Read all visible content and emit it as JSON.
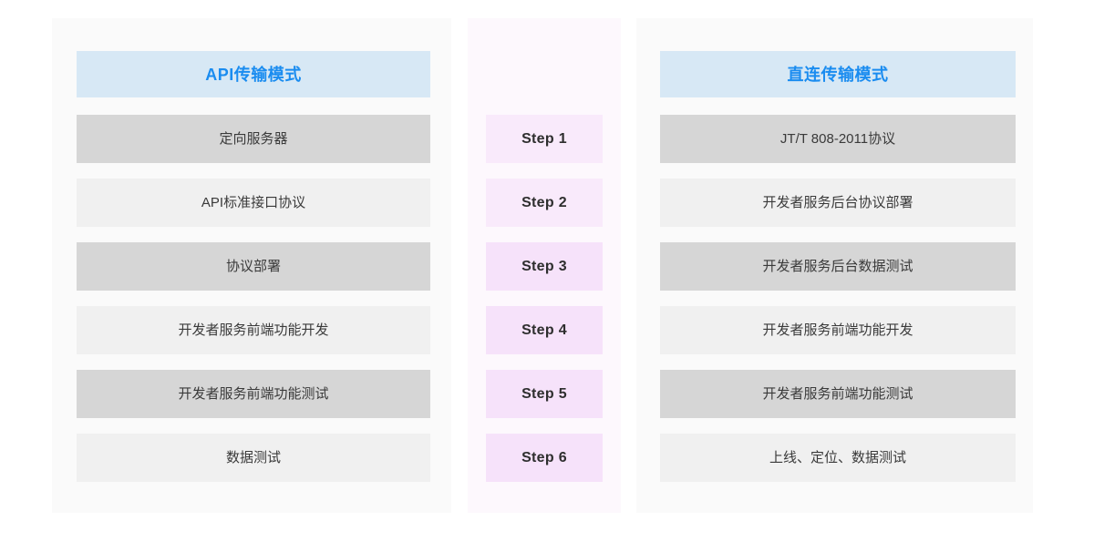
{
  "left_panel": {
    "header": "API传输模式",
    "header_text_color": "#1a8cf0",
    "header_bg_color": "#d7e8f5",
    "rows": [
      {
        "label": "定向服务器",
        "shade": "dark"
      },
      {
        "label": "API标准接口协议",
        "shade": "light"
      },
      {
        "label": "协议部署",
        "shade": "dark"
      },
      {
        "label": "开发者服务前端功能开发",
        "shade": "light"
      },
      {
        "label": "开发者服务前端功能测试",
        "shade": "dark"
      },
      {
        "label": "数据测试",
        "shade": "light"
      }
    ]
  },
  "middle_panel": {
    "bg_color": "#fdf8fd",
    "steps": [
      {
        "label": "Step 1",
        "tone": "pale"
      },
      {
        "label": "Step 2",
        "tone": "pale"
      },
      {
        "label": "Step 3",
        "tone": "strong"
      },
      {
        "label": "Step 4",
        "tone": "strong"
      },
      {
        "label": "Step 5",
        "tone": "strong"
      },
      {
        "label": "Step 6",
        "tone": "strong"
      }
    ]
  },
  "right_panel": {
    "header": "直连传输模式",
    "header_text_color": "#1a8cf0",
    "header_bg_color": "#d7e8f5",
    "rows": [
      {
        "label": "JT/T 808-2011协议",
        "shade": "dark"
      },
      {
        "label": "开发者服务后台协议部署",
        "shade": "light"
      },
      {
        "label": "开发者服务后台数据测试",
        "shade": "dark"
      },
      {
        "label": "开发者服务前端功能开发",
        "shade": "light"
      },
      {
        "label": "开发者服务前端功能测试",
        "shade": "dark"
      },
      {
        "label": "上线、定位、数据测试",
        "shade": "light"
      }
    ]
  }
}
